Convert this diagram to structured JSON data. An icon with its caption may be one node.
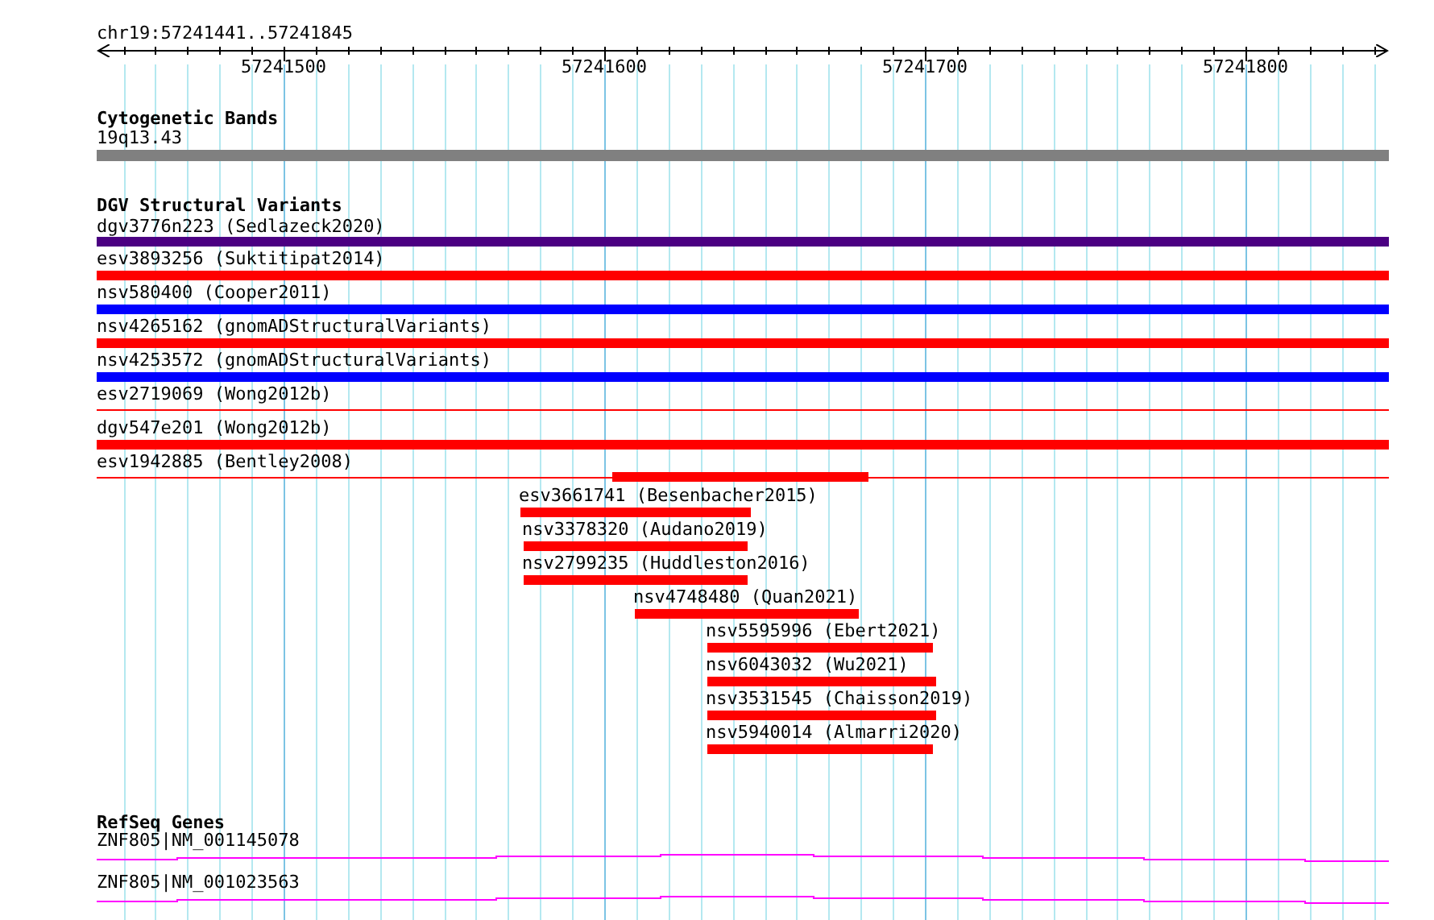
{
  "diagram": {
    "labels": [
      "chr19:57241441..57241845",
      "57241500",
      "57241600",
      "57241700",
      "57241800",
      "Cytogenetic Bands",
      "19q13.43",
      "DGV Structural Variants",
      "dgv3776n223 (Sedlazeck2020)",
      "esv3893256 (Suktitipat2014)",
      "nsv580400 (Cooper2011)",
      "nsv4265162 (gnomADStructuralVariants)",
      "nsv4253572 (gnomADStructuralVariants)",
      "esv2719069 (Wong2012b)",
      "dgv547e201 (Wong2012b)",
      "esv1942885 (Bentley2008)",
      "esv3661741 (Besenbacher2015)",
      "nsv3378320 (Audano2019)",
      "nsv2799235 (Huddleston2016)",
      "nsv4748480 (Quan2021)",
      "nsv5595996 (Ebert2021)",
      "nsv6043032 (Wu2021)",
      "nsv3531545 (Chaisson2019)",
      "nsv5940014 (Almarri2020)",
      "RefSeq Genes",
      "ZNF805|NM_001145078",
      "ZNF805|NM_001023563"
    ]
  }
}
